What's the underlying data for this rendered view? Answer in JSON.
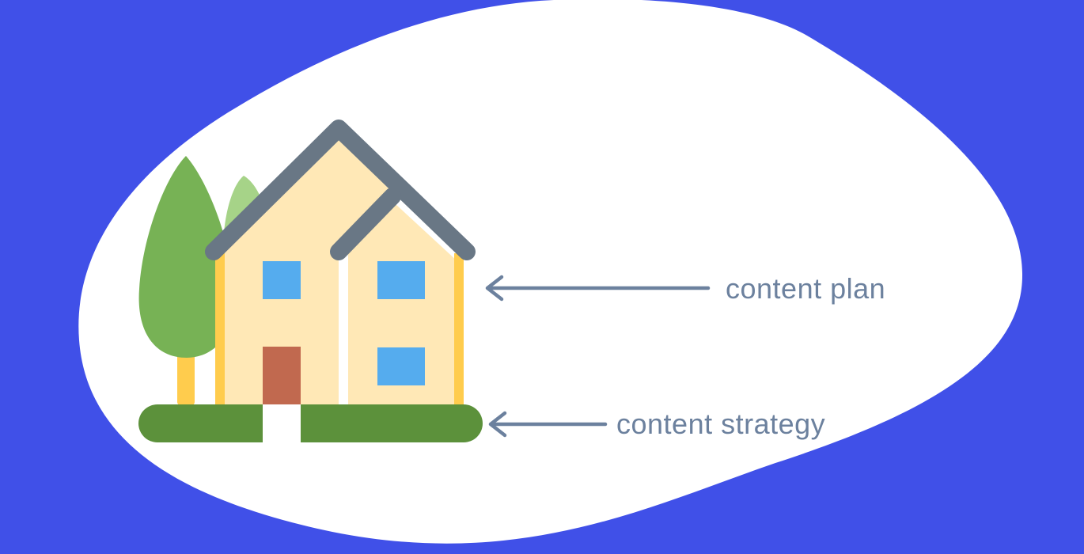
{
  "colors": {
    "background": "#4050E8",
    "blob": "#FFFFFF",
    "roof": "#697785",
    "wall": "#FFE8B6",
    "wall_trim": "#FFCC4D",
    "window": "#55ACEE",
    "door": "#C1694F",
    "grass": "#5C913B",
    "tree_dark": "#77B255",
    "tree_light": "#A6D388",
    "trunk": "#FFCC4D",
    "arrow": "#6C819E",
    "label_text": "#6C819E"
  },
  "annotations": [
    {
      "id": "plan",
      "label": "content plan",
      "points_to": "house"
    },
    {
      "id": "strategy",
      "label": "content strategy",
      "points_to": "foundation"
    }
  ]
}
